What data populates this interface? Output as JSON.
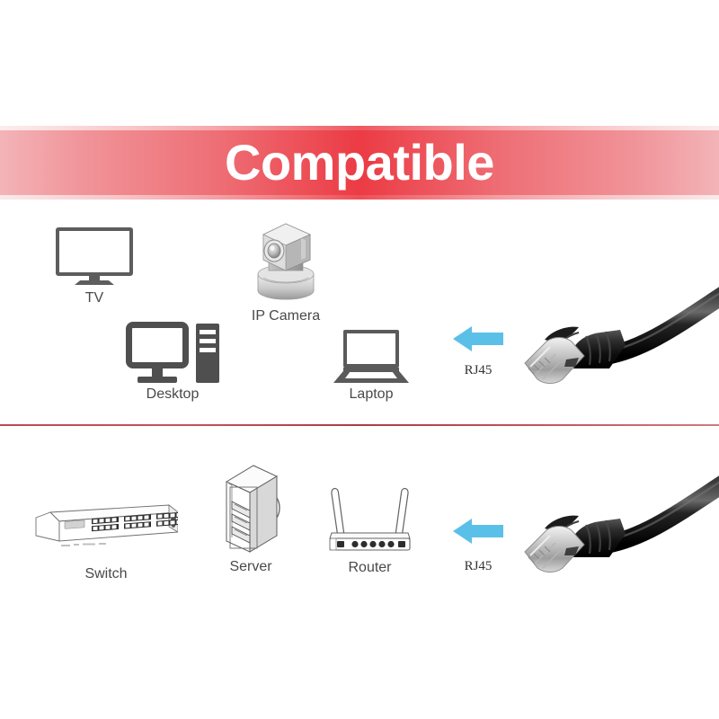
{
  "banner": {
    "title": "Compatible",
    "gradient_center_color": "#ec3b44",
    "gradient_edge_color": "#f3b4b8",
    "text_color": "#ffffff"
  },
  "divider": {
    "color": "#b94a52"
  },
  "colors": {
    "icon_gray": "#5a5a5a",
    "label_gray": "#494949",
    "arrow_blue": "#5bc0e8",
    "cable_black": "#1a1a1a",
    "connector_silver": "#c9c9c9"
  },
  "sections": [
    {
      "id": "consumer-devices",
      "devices": [
        {
          "id": "tv",
          "label": "TV",
          "icon": "television-icon"
        },
        {
          "id": "ip-camera",
          "label": "IP Camera",
          "icon": "ip-camera-icon"
        },
        {
          "id": "desktop",
          "label": "Desktop",
          "icon": "desktop-computer-icon"
        },
        {
          "id": "laptop",
          "label": "Laptop",
          "icon": "laptop-icon"
        }
      ],
      "arrow": {
        "direction": "left",
        "color": "#5bc0e8"
      },
      "connector": {
        "label": "RJ45",
        "type": "rj45-cable-icon"
      }
    },
    {
      "id": "network-devices",
      "devices": [
        {
          "id": "switch",
          "label": "Switch",
          "icon": "network-switch-icon"
        },
        {
          "id": "server",
          "label": "Server",
          "icon": "server-rack-icon"
        },
        {
          "id": "router",
          "label": "Router",
          "icon": "wireless-router-icon"
        }
      ],
      "arrow": {
        "direction": "left",
        "color": "#5bc0e8"
      },
      "connector": {
        "label": "RJ45",
        "type": "rj45-cable-icon"
      }
    }
  ]
}
